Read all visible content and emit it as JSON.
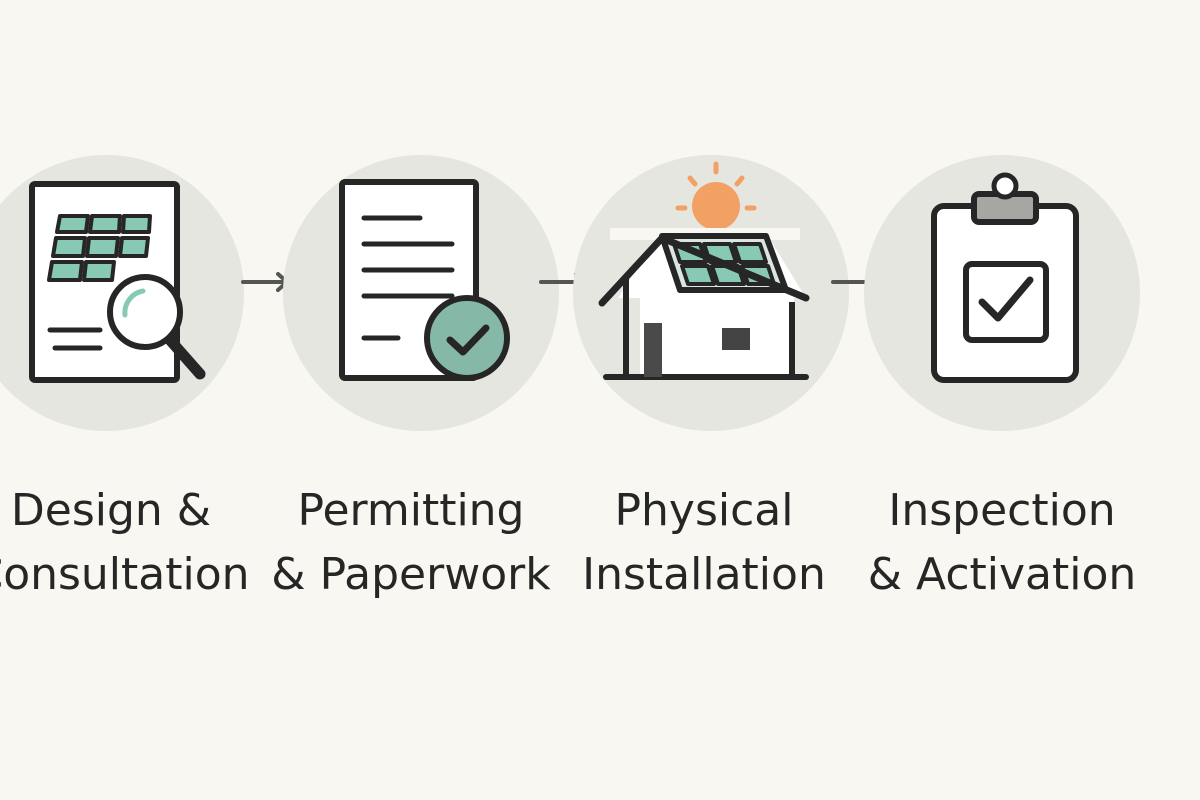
{
  "colors": {
    "background": "#f8f7f2",
    "circle": "#e6e6e0",
    "stroke": "#262626",
    "arrow": "#555555",
    "panel": "#88c9b6",
    "check_badge": "#86b8a8",
    "sun": "#f2a064",
    "clip": "#a6a6a2"
  },
  "steps": [
    {
      "icon": "document-search-icon",
      "label_line1": "Design &",
      "label_line2": "Consultation"
    },
    {
      "icon": "document-check-icon",
      "label_line1": "Permitting",
      "label_line2": "& Paperwork"
    },
    {
      "icon": "solar-house-icon",
      "label_line1": "Physical",
      "label_line2": "Installation"
    },
    {
      "icon": "clipboard-check-icon",
      "label_line1": "Inspection",
      "label_line2": "& Activation"
    }
  ],
  "connectors": [
    "arrow-right-icon",
    "arrow-right-icon",
    "arrow-right-icon"
  ]
}
